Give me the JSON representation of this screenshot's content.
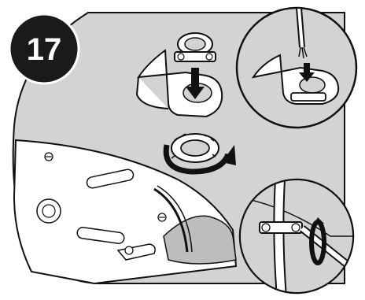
{
  "figure": {
    "step_number": "17",
    "colors": {
      "panel_fill": "#d3d3d3",
      "ink": "#111111",
      "badge": "#1a1a1a",
      "white": "#ffffff",
      "cavity": "#bdbdbd"
    },
    "icons": [
      "step-badge",
      "strain-relief-clamp",
      "down-arrow-icon",
      "lock-nut",
      "rotate-arrow-icon",
      "cable",
      "fixture-base"
    ]
  }
}
